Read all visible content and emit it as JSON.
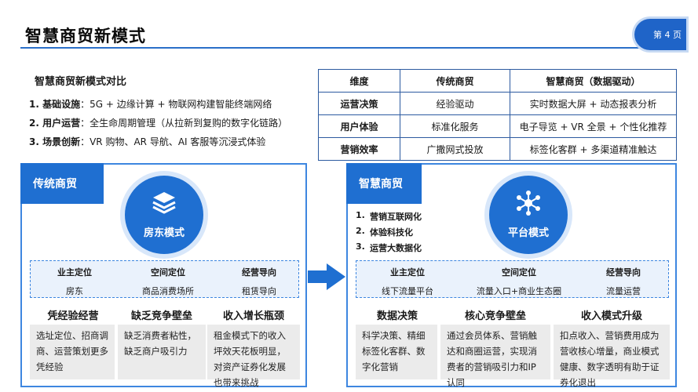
{
  "page": {
    "title": "智慧商贸新模式",
    "page_indicator": "第 4 页"
  },
  "intro": {
    "subtitle": "智慧商贸新模式对比",
    "bullets": [
      {
        "head": "1. 基础设施",
        "text": "：5G + 边缘计算 + 物联网构建智能终端网络"
      },
      {
        "head": "2. 用户运营",
        "text": "：全生命周期管理（从拉新到复购的数字化链路）"
      },
      {
        "head": "3. 场景创新",
        "text": "：VR 购物、AR 导航、AI 客服等沉浸式体验"
      }
    ]
  },
  "comparison": {
    "headers": [
      "维度",
      "传统商贸",
      "智慧商贸（数据驱动）"
    ],
    "rows": [
      [
        "运营决策",
        "经验驱动",
        "实时数据大屏 + 动态报表分析"
      ],
      [
        "用户体验",
        "标准化服务",
        "电子导览 + VR 全景 + 个性化推荐"
      ],
      [
        "营销效率",
        "广撒网式投放",
        "标签化客群 + 多渠道精准触达"
      ]
    ]
  },
  "traditional": {
    "tag": "传统商贸",
    "circle_label": "房东模式",
    "circle_icon": "layers-icon",
    "columns": [
      {
        "head": "业主定位",
        "value": "房东"
      },
      {
        "head": "空间定位",
        "value": "商品消费场所"
      },
      {
        "head": "经营导向",
        "value": "租赁导向"
      }
    ],
    "issues": [
      {
        "head": "凭经验经营",
        "text": "选址定位、招商调商、运营策划更多凭经验"
      },
      {
        "head": "缺乏竞争壁垒",
        "text": "缺乏消费者粘性，缺乏商户吸引力"
      },
      {
        "head": "收入增长瓶颈",
        "text": "租金模式下的收入坪效天花板明显，对资产证券化发展也带来挑战"
      }
    ]
  },
  "smart": {
    "tag": "智慧商贸",
    "circle_label": "平台模式",
    "circle_icon": "network-icon",
    "steps": [
      {
        "num": "1.",
        "text": "营销互联网化"
      },
      {
        "num": "2.",
        "text": "体验科技化"
      },
      {
        "num": "3.",
        "text": "运营大数据化"
      }
    ],
    "columns": [
      {
        "head": "业主定位",
        "value": "线下流量平台"
      },
      {
        "head": "空间定位",
        "value": "流量入口+商业生态圈"
      },
      {
        "head": "经营导向",
        "value": "流量运营"
      }
    ],
    "benefits": [
      {
        "head": "数据决策",
        "text": "科学决策、精细标签化客群、数字化营销"
      },
      {
        "head": "核心竞争壁垒",
        "text": "通过会员体系、营销触达和商圈运营，实现消费者的营销吸引力和IP认同"
      },
      {
        "head": "收入模式升级",
        "text": "扣点收入、营销费用成为营收核心增量，商业模式健康、数字透明有助于证券化退出"
      }
    ]
  },
  "colors": {
    "primary": "#1f6fd1",
    "panel_border": "#3d86e0",
    "dashed_bg": "#eaf2fc",
    "gray_box": "#ebebeb"
  }
}
